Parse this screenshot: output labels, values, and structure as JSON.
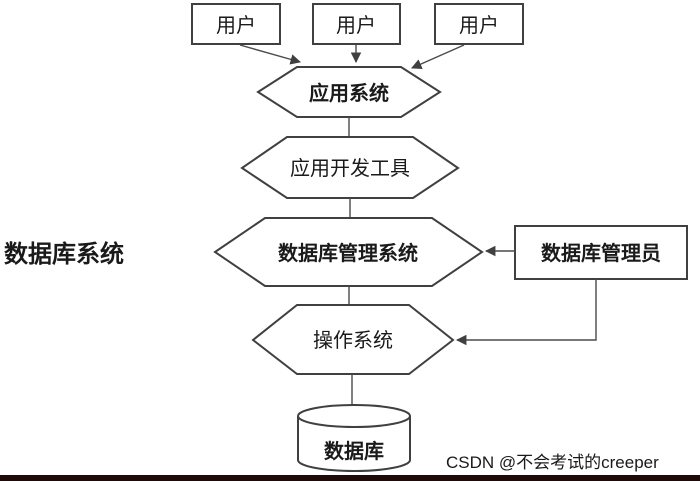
{
  "diagram": {
    "side_label": "数据库系统",
    "user_boxes": [
      "用户",
      "用户",
      "用户"
    ],
    "nodes": {
      "app_system": "应用系统",
      "dev_tool": "应用开发工具",
      "dbms": "数据库管理系统",
      "dba": "数据库管理员",
      "os": "操作系统",
      "database": "数据库"
    }
  },
  "watermark": "CSDN @不会考试的creeper",
  "colors": {
    "accent_red": "#e8432a",
    "stroke_gray": "#404040",
    "watermark_gray": "#c6c6c6",
    "bottom_bar": "#1f0a0a",
    "text_black": "#1a1a1a"
  }
}
